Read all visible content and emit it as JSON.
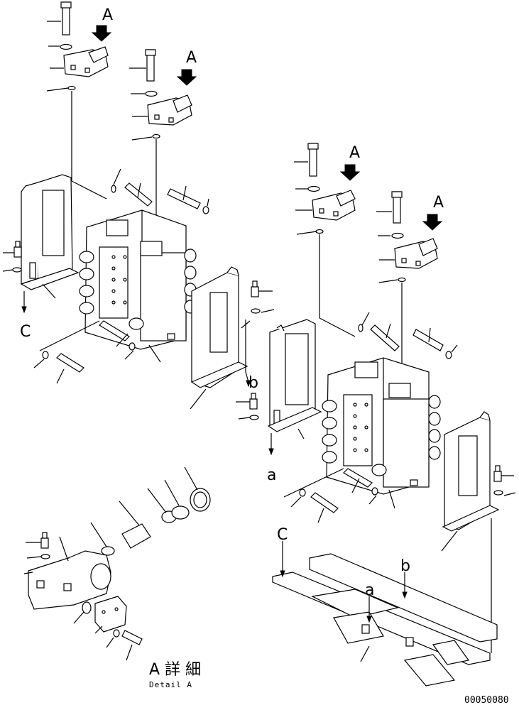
{
  "labels": {
    "A": "A",
    "C": "C",
    "a": "a",
    "b": "b"
  },
  "caption": {
    "jp": "A 詳 細",
    "en": "Detail A"
  },
  "figure_number": "00050080"
}
